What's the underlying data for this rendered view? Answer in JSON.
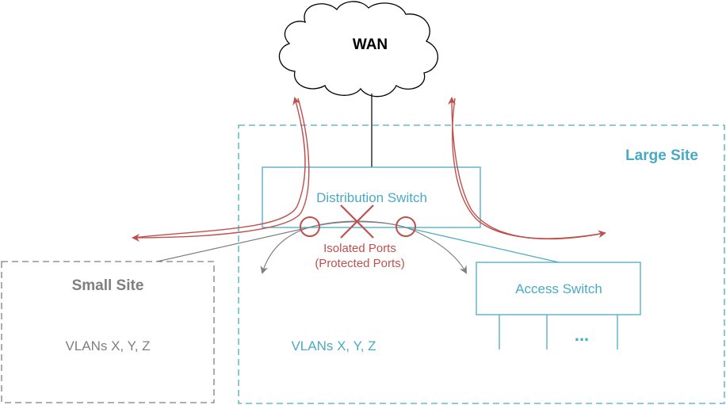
{
  "wan": {
    "label": "WAN"
  },
  "large_site": {
    "label": "Large Site",
    "vlans": "VLANs X, Y, Z"
  },
  "small_site": {
    "label": "Small Site",
    "vlans": "VLANs X, Y, Z"
  },
  "distribution_switch": {
    "label": "Distribution Switch"
  },
  "access_switch": {
    "label": "Access Switch",
    "more": "..."
  },
  "isolated_ports": {
    "line1": "Isolated Ports",
    "line2": "(Protected Ports)"
  },
  "colors": {
    "teal": "#4aaac4",
    "red": "#c0504d",
    "gray": "#7f7f7f",
    "dark": "#000000"
  }
}
